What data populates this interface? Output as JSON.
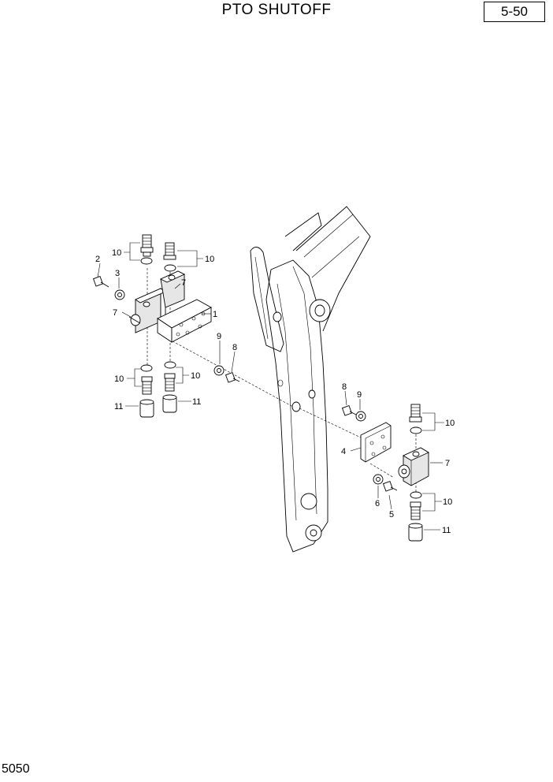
{
  "header": {
    "title": "PTO SHUTOFF",
    "page_number": "5-50"
  },
  "footer": {
    "code": "5050"
  },
  "callouts": {
    "c1": "1",
    "c2": "2",
    "c3": "3",
    "c4": "4",
    "c5": "5",
    "c6": "6",
    "c7": "7",
    "c8": "8",
    "c9": "9",
    "c10": "10",
    "c11": "11"
  }
}
